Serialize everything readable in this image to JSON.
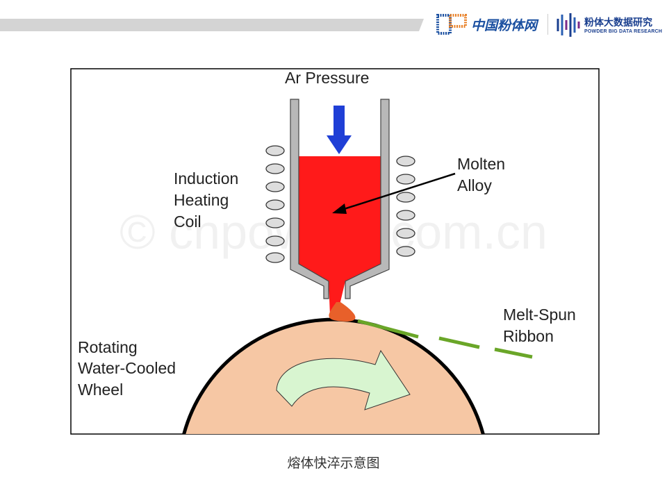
{
  "header": {
    "logo_cn": "中国粉体网",
    "logo2_cn": "粉体大数据研究",
    "logo2_en": "POWDER BIG DATA RESEARCH"
  },
  "diagram": {
    "ar_pressure": "Ar Pressure",
    "coil_label": [
      "Induction",
      "Heating",
      "Coil"
    ],
    "alloy_label": [
      "Molten",
      "Alloy"
    ],
    "ribbon_label": [
      "Melt-Spun",
      "Ribbon"
    ],
    "wheel_label": [
      "Rotating",
      "Water-Cooled",
      "Wheel"
    ],
    "watermark": "© cnpowder.com.cn"
  },
  "caption": "熔体快淬示意图",
  "colors": {
    "molten": "#ff1a1a",
    "wheel": "#f6c7a4",
    "arrow": "#1f3fd6",
    "ribbon": "#6aa628",
    "rotation": "#d8f5d0"
  }
}
